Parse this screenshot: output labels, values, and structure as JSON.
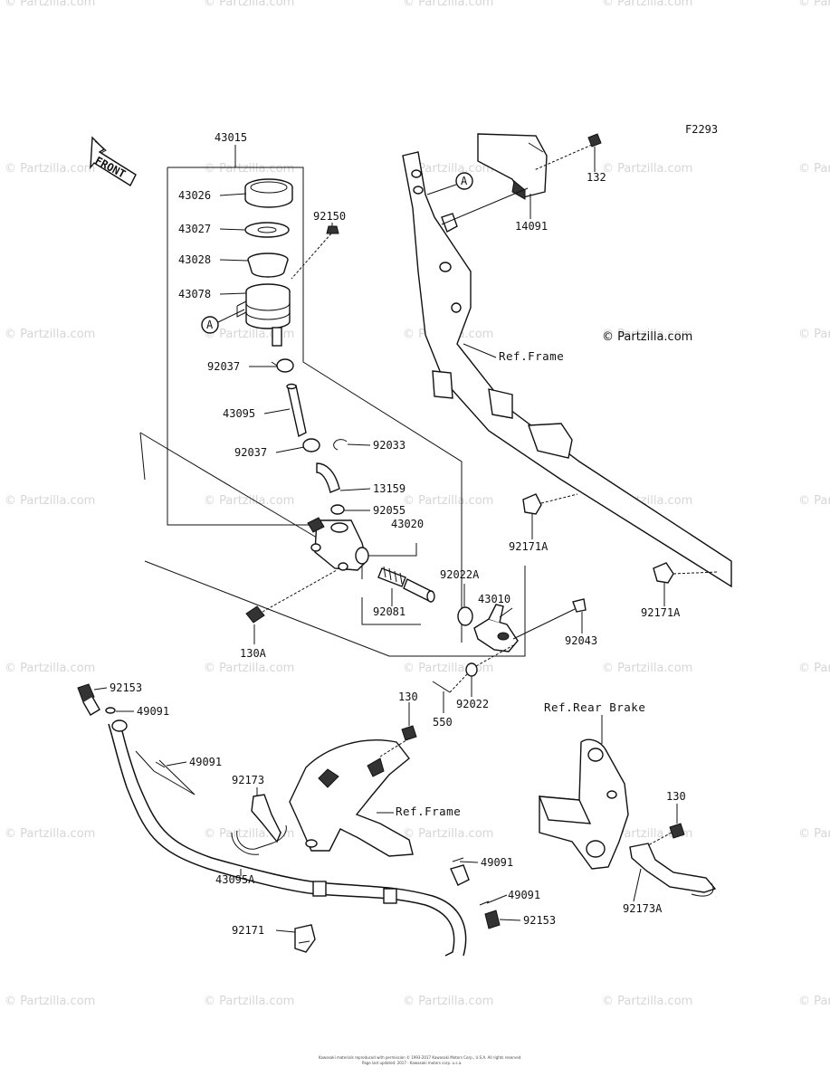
{
  "diagram_code": "F2293",
  "watermark": "© Partzilla.com",
  "copyright": "© Partzilla.com",
  "front_label": "FRONT",
  "marker": "A",
  "refs": {
    "frame_upper": "Ref.Frame",
    "frame_lower": "Ref.Frame",
    "rear_brake": "Ref.Rear Brake"
  },
  "footer_text": [
    "Kawasaki materials reproduced with permission © 1993-2017 Kawasaki Motors Corp., U.S.A. All rights reserved.",
    "Page last updated: 2017 - Kawasaki motors corp. u.s.a."
  ],
  "part_labels": [
    {
      "id": "43015",
      "text": "43015"
    },
    {
      "id": "43026",
      "text": "43026"
    },
    {
      "id": "43027",
      "text": "43027"
    },
    {
      "id": "43028",
      "text": "43028"
    },
    {
      "id": "43078",
      "text": "43078"
    },
    {
      "id": "92150",
      "text": "92150"
    },
    {
      "id": "92037-a",
      "text": "92037"
    },
    {
      "id": "43095",
      "text": "43095"
    },
    {
      "id": "92037-b",
      "text": "92037"
    },
    {
      "id": "92033",
      "text": "92033"
    },
    {
      "id": "13159",
      "text": "13159"
    },
    {
      "id": "92055",
      "text": "92055"
    },
    {
      "id": "43020",
      "text": "43020"
    },
    {
      "id": "92022A",
      "text": "92022A"
    },
    {
      "id": "43010",
      "text": "43010"
    },
    {
      "id": "92081",
      "text": "92081"
    },
    {
      "id": "130A",
      "text": "130A"
    },
    {
      "id": "92043",
      "text": "92043"
    },
    {
      "id": "92022",
      "text": "92022"
    },
    {
      "id": "550",
      "text": "550"
    },
    {
      "id": "132",
      "text": "132"
    },
    {
      "id": "14091",
      "text": "14091"
    },
    {
      "id": "92171A-a",
      "text": "92171A"
    },
    {
      "id": "92171A-b",
      "text": "92171A"
    },
    {
      "id": "92153-a",
      "text": "92153"
    },
    {
      "id": "49091-a",
      "text": "49091"
    },
    {
      "id": "49091-b",
      "text": "49091"
    },
    {
      "id": "130-a",
      "text": "130"
    },
    {
      "id": "92173",
      "text": "92173"
    },
    {
      "id": "43095A",
      "text": "43095A"
    },
    {
      "id": "92171",
      "text": "92171"
    },
    {
      "id": "49091-c",
      "text": "49091"
    },
    {
      "id": "49091-d",
      "text": "49091"
    },
    {
      "id": "92153-b",
      "text": "92153"
    },
    {
      "id": "130-b",
      "text": "130"
    },
    {
      "id": "92173A",
      "text": "92173A"
    }
  ]
}
